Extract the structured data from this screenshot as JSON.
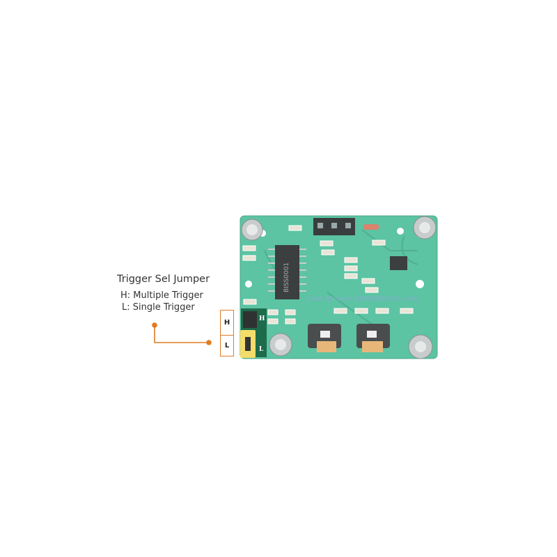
{
  "annotation": {
    "title": "Trigger Sel Jumper",
    "line_h": "H: Multiple Trigger",
    "line_l": "L: Single Trigger",
    "box_h": "H",
    "box_l": "L",
    "accent_color": "#e07b22"
  },
  "board": {
    "chip_label": "BISS0001",
    "silk_h": "H",
    "silk_l": "L",
    "watermark": "Last Minute ENGINEERS.com",
    "pcb_color": "#5cc3a3",
    "jumper_color": "#f3dc6a"
  }
}
